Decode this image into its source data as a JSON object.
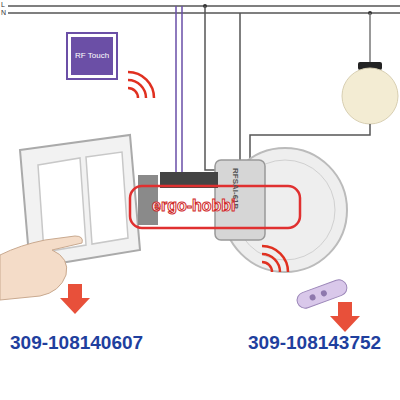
{
  "diagram": {
    "nodes": [
      {
        "text": [
          "RF Touch"
        ]
      }
    ],
    "edges": [],
    "labels": [
      "L",
      "N",
      "RFSAI-61B",
      "ergo-hobbi",
      "309-108140607",
      "309-108143752"
    ]
  }
}
